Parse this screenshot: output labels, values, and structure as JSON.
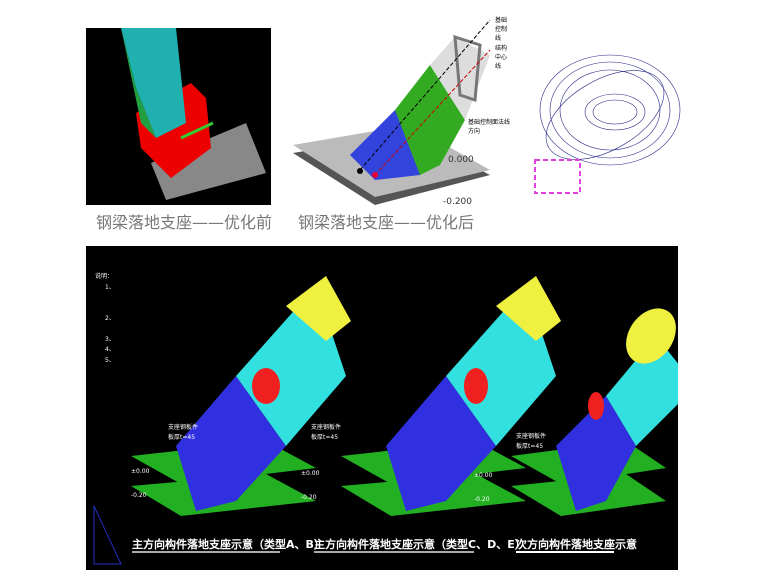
{
  "figures": {
    "before": {
      "caption": "钢梁落地支座——优化前"
    },
    "after": {
      "caption": "钢梁落地支座——优化后",
      "labels": {
        "base_control_line": "基础控制线",
        "structure_center_line": "结构中心线",
        "normal_direction": "基础控制面法线方向",
        "level_0": "0.000",
        "level_neg": "-0.200"
      }
    }
  },
  "drawing": {
    "notes_title": "说明：",
    "notes": [
      "1、",
      "2、",
      "3、",
      "4、",
      "5、"
    ],
    "panels": [
      {
        "title": "主方向构件落地支座示意（类型A、B）",
        "level_top": "±0.00",
        "level_bottom": "-0.20",
        "tag_line1": "支座钢板件",
        "tag_line2": "板厚t=45"
      },
      {
        "title": "主方向构件落地支座示意（类型C、D、E）",
        "level_top": "±0.00",
        "level_bottom": "-0.20",
        "tag_line1": "支座钢板件",
        "tag_line2": "板厚t=45"
      },
      {
        "title": "次方向构件落地支座示意",
        "level_top": "±0.00",
        "level_bottom": "-0.20",
        "tag_line1": "支座钢板件",
        "tag_line2": "板厚t=45"
      }
    ]
  },
  "colors": {
    "cyan": "#33e0e0",
    "yellow": "#f0f040",
    "blue": "#3030e0",
    "green": "#20b020",
    "red": "#ff2020",
    "magenta": "#e040e0"
  }
}
